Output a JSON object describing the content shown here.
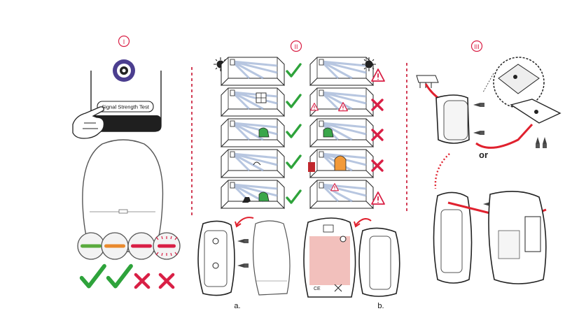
{
  "steps": [
    {
      "numeral": "I"
    },
    {
      "numeral": "II"
    },
    {
      "numeral": "III"
    }
  ],
  "step1": {
    "button_label": "Signal Strength Test",
    "led_states": [
      {
        "color": "#5aab3e",
        "result": "ok"
      },
      {
        "color": "#e98a2d",
        "result": "ok"
      },
      {
        "color": "#d91f45",
        "result": "fail"
      },
      {
        "color": "#d91f45",
        "result": "fail",
        "blinking": true
      }
    ]
  },
  "step2": {
    "placement_rows": [
      {
        "good": "check",
        "bad": "warning"
      },
      {
        "good": "check",
        "bad": "cross"
      },
      {
        "good": "check",
        "bad": "cross"
      },
      {
        "good": "check",
        "bad": "cross"
      },
      {
        "good": "check",
        "bad": "warning"
      }
    ],
    "mount_label_a": "a.",
    "mount_label_b": "b."
  },
  "step3": {
    "option_label": "or"
  },
  "colors": {
    "accent_red": "#d91f45",
    "check_green": "#2ea33b",
    "cable_red": "#e0212e",
    "divider": "#c8102e",
    "led_ring": "#4b3e8f",
    "panel_dark": "#1f1f1f",
    "room_green": "#3aa64a",
    "pink_fill": "#f2c0bc"
  },
  "icons": [
    "sun-icon",
    "check-icon",
    "warning-icon",
    "cross-icon",
    "screw-icon",
    "hand-pointer-icon",
    "arrow-icon"
  ]
}
